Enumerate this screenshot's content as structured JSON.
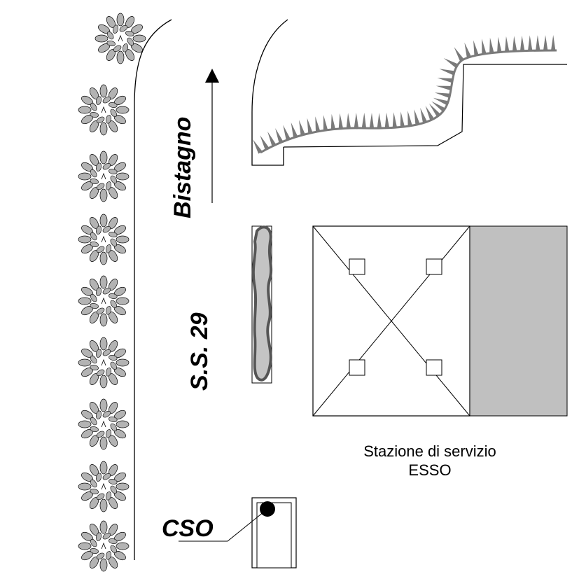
{
  "map": {
    "road_name": "S.S. 29",
    "direction_label": "Bistagno",
    "station_line1": "Stazione di servizio",
    "station_line2": "ESSO",
    "cso_label": "CSO"
  },
  "colors": {
    "line": "#000000",
    "tree_fill": "#b3b3b3",
    "hedge": "#7a7a7a",
    "pavement_gray": "#c0c0c0",
    "island_fill": "#c4c4c4",
    "island_edge": "#555555"
  },
  "icons": {
    "tree": "tree-icon",
    "arrow": "north-arrow-icon",
    "manhole": "cso-marker-icon"
  }
}
